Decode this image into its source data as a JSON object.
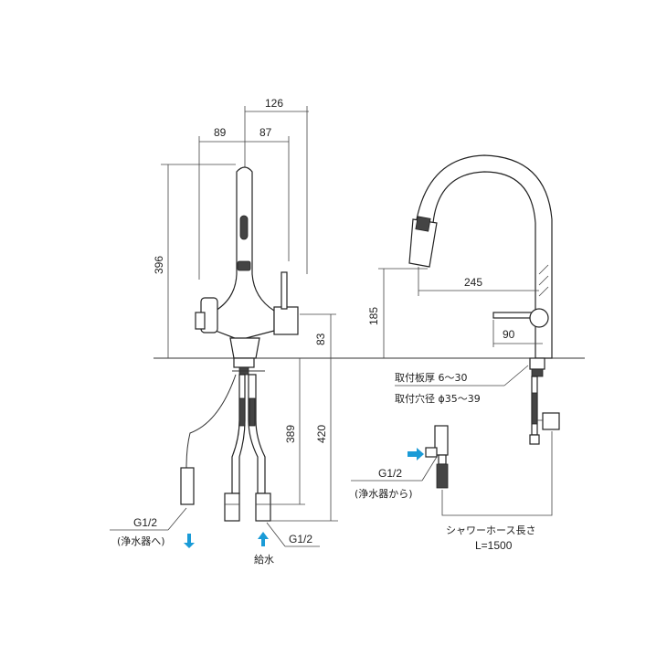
{
  "front_view": {
    "dim_126": "126",
    "dim_89": "89",
    "dim_87": "87",
    "dim_396": "396",
    "dim_83": "83",
    "dim_389": "389",
    "dim_420": "420",
    "outlet_thread": "G1/2",
    "outlet_note": "(浄水器へ)",
    "inlet_thread": "G1/2",
    "inlet_note": "給水"
  },
  "side_view": {
    "dim_245": "245",
    "dim_185": "185",
    "dim_90": "90",
    "plate_thickness": "取付板厚 6～30",
    "hole_diameter": "取付穴径 ϕ35～39"
  },
  "branch_fitting": {
    "thread": "G1/2",
    "note": "(浄水器から)",
    "hose_label": "シャワーホース長さ",
    "hose_length": "L=1500"
  },
  "colors": {
    "arrow": "#1a9bd7",
    "line": "#333333"
  }
}
